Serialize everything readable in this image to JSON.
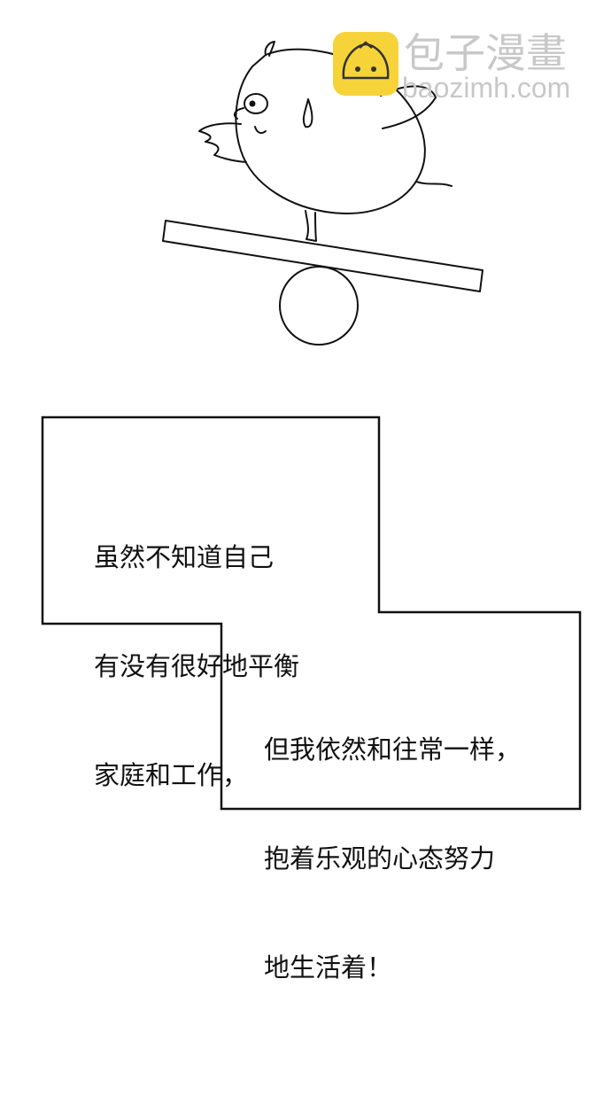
{
  "watermark": {
    "title": "包子漫畫",
    "url": "baozimh.com",
    "logo_color": "#f7d33a"
  },
  "panel_1": {
    "illustration": "chick-balancing-on-seesaw"
  },
  "caption_box": {
    "text_block_1": [
      "虽然不知道自己",
      "有没有很好地平衡",
      "家庭和工作，"
    ],
    "text_block_2": [
      "但我依然和往常一样，",
      "抱着乐观的心态努力",
      "地生活着！"
    ]
  }
}
